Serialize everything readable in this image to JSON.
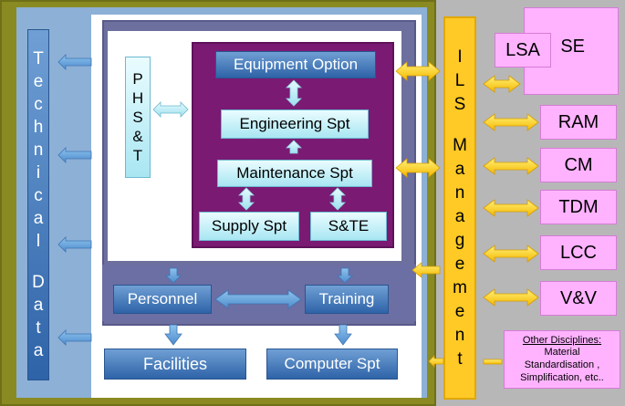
{
  "technical_data": {
    "letters": [
      "T",
      "e",
      "c",
      "h",
      "n",
      "i",
      "c",
      "a",
      "l",
      "",
      "D",
      "a",
      "t",
      "a"
    ]
  },
  "phst": {
    "letters": [
      "P",
      "H",
      "S",
      "&",
      "T"
    ]
  },
  "ils": {
    "letters": [
      "I",
      "L",
      "S",
      "",
      "M",
      "a",
      "n",
      "a",
      "g",
      "e",
      "m",
      "e",
      "n",
      "t"
    ]
  },
  "core": {
    "equipment_option": "Equipment Option",
    "engineering_spt": "Engineering Spt",
    "maintenance_spt": "Maintenance Spt",
    "supply_spt": "Supply Spt",
    "ste": "S&TE"
  },
  "lower": {
    "personnel": "Personnel",
    "training": "Training",
    "facilities": "Facilities",
    "computer_spt": "Computer Spt"
  },
  "disciplines": {
    "lsa": "LSA",
    "se": "SE",
    "ram": "RAM",
    "cm": "CM",
    "tdm": "TDM",
    "lcc": "LCC",
    "vv": "V&V",
    "other_title": "Other Disciplines:",
    "other_line1": "Material",
    "other_line2": "Standardisation ,",
    "other_line3": "Simplification, etc.."
  }
}
